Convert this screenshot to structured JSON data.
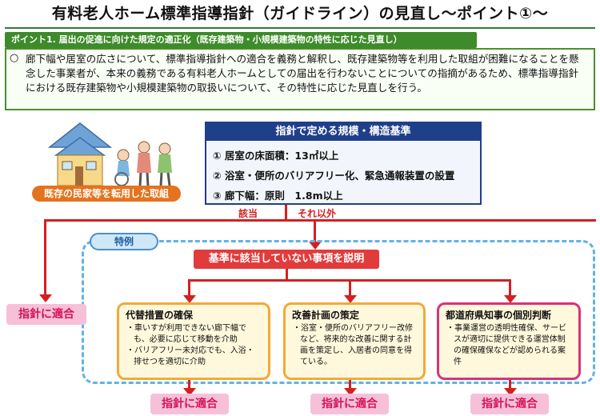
{
  "title": "有料老人ホーム標準指導指針（ガイドライン）の見直し～ポイント①～",
  "point": {
    "heading": "ポイント1. 届出の促進に向けた規定の適正化（既存建築物・小規模建築物の特性に応じた見直し）",
    "bullet": "○",
    "body": "廊下幅や居室の広さについて、標準指導指針への適合を義務と解釈し、既存建築物等を利用した取組が困難になることを懸念した事業者が、本来の義務である有料老人ホームとしての届出を行わないことについての指摘があるため、標準指導指針における既存建築物や小規模建築物の取扱いについて、その特性に応じた見直しを行う。"
  },
  "illustration": {
    "label": "既存の民家等を転用した取組"
  },
  "standards": {
    "header": "指針で定める規模・構造基準",
    "items": [
      "① 居室の床面積：13㎡以上",
      "② 浴室・便所のバリアフリー化、緊急通報装置の設置",
      "③ 廊下幅：原則　1.8m以上"
    ]
  },
  "branches": {
    "applies": "該当",
    "other": "それ以外"
  },
  "special": {
    "tag": "特例",
    "explain": "基準に該当していない事項を説明"
  },
  "conform_label": "指針に適合",
  "options": [
    {
      "title": "代替措置の確保",
      "bullets": [
        "・車いすが利用できない廊下幅でも、必要に応じて移動を介助",
        "・バリアフリー未対応でも、入浴・排せつを適切に介助"
      ]
    },
    {
      "title": "改善計画の策定",
      "bullets": [
        "・浴室・便所のバリアフリー改修など、将来的な改善に関する計画を策定し、入居者の同意を得ている。"
      ]
    },
    {
      "title": "都道府県知事の個別判断",
      "bullets": [
        "・事業運営の透明性確保、サービスが適切に提供できる運営体制の確保確保などが認められる案件"
      ]
    }
  ],
  "colors": {
    "green": "#3d8b2a",
    "navy": "#1f3f8a",
    "red": "#d42020",
    "pink": "#f7c0d9",
    "orange": "#f2a93a",
    "dashed_blue": "#60b3e6"
  }
}
